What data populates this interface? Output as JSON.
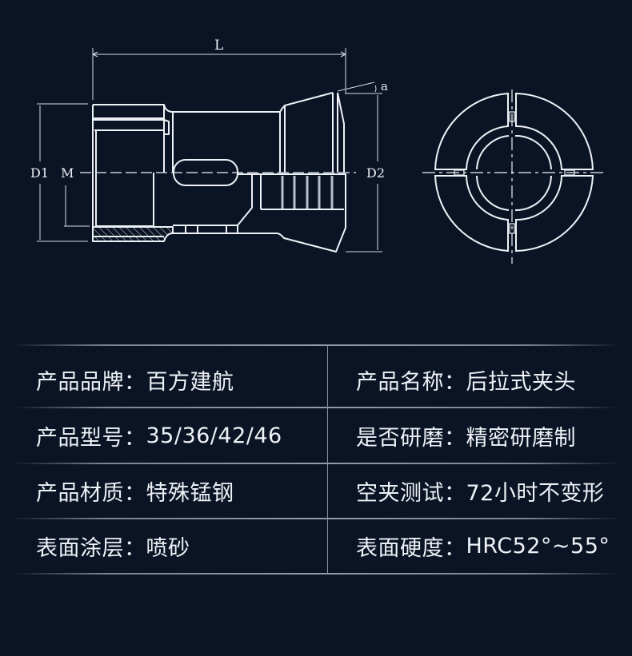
{
  "drawing": {
    "side_view_labels": {
      "length": "L",
      "angle": "a",
      "outer_diameter_left": "D1",
      "thread": "M",
      "outer_diameter_right": "D2"
    },
    "line_color": "#eef1f6",
    "background": "#0b1424"
  },
  "specs": {
    "rows": [
      {
        "left": {
          "label": "产品品牌：",
          "value": "百方建航"
        },
        "right": {
          "label": "产品名称：",
          "value": "后拉式夹头"
        }
      },
      {
        "left": {
          "label": "产品型号：",
          "value": "35/36/42/46"
        },
        "right": {
          "label": "是否研磨：",
          "value": "精密研磨制"
        }
      },
      {
        "left": {
          "label": "产品材质：",
          "value": "特殊锰钢"
        },
        "right": {
          "label": "空夹测试：",
          "value": "72小时不变形"
        }
      },
      {
        "left": {
          "label": "表面涂层：",
          "value": "喷砂"
        },
        "right": {
          "label": "表面硬度：",
          "value": "HRC52°~55°"
        }
      }
    ]
  }
}
